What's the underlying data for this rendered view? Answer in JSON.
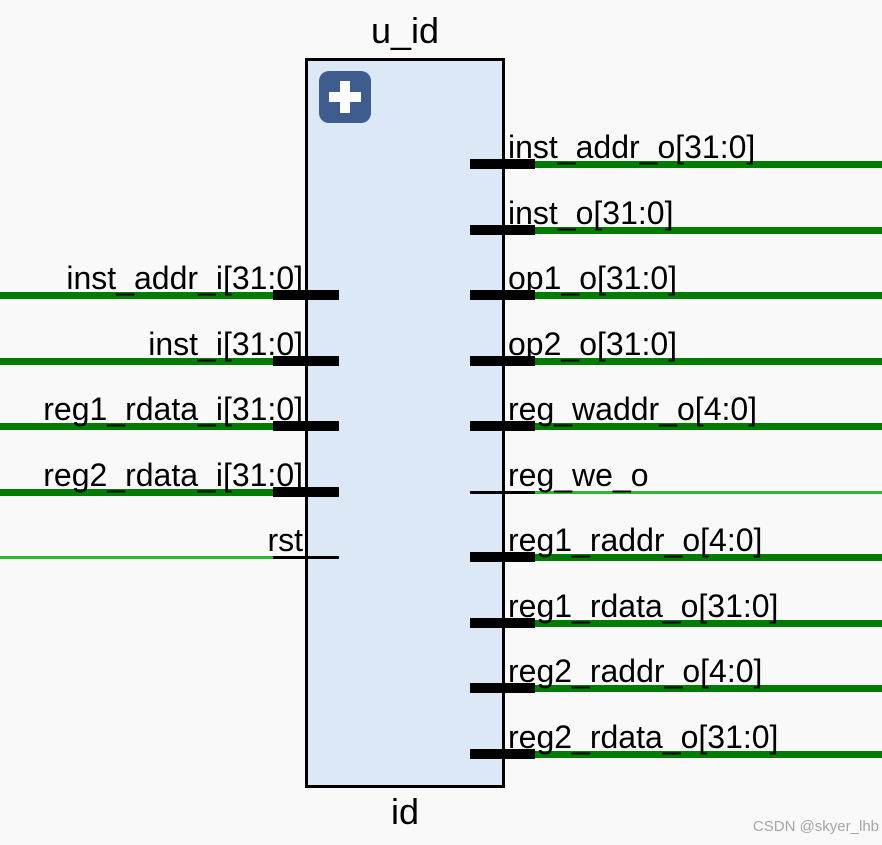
{
  "diagram": {
    "instance_name": "u_id",
    "module_type": "id",
    "watermark": "CSDN @skyer_lhb",
    "expand_button_glyph": "+",
    "inputs": [
      {
        "label": "inst_addr_i[31:0]",
        "bus": true,
        "row": 3
      },
      {
        "label": "inst_i[31:0]",
        "bus": true,
        "row": 4
      },
      {
        "label": "reg1_rdata_i[31:0]",
        "bus": true,
        "row": 5
      },
      {
        "label": "reg2_rdata_i[31:0]",
        "bus": true,
        "row": 6
      },
      {
        "label": "rst",
        "bus": false,
        "row": 7
      }
    ],
    "outputs": [
      {
        "label": "inst_addr_o[31:0]",
        "bus": true,
        "row": 1
      },
      {
        "label": "inst_o[31:0]",
        "bus": true,
        "row": 2
      },
      {
        "label": "op1_o[31:0]",
        "bus": true,
        "row": 3
      },
      {
        "label": "op2_o[31:0]",
        "bus": true,
        "row": 4
      },
      {
        "label": "reg_waddr_o[4:0]",
        "bus": true,
        "row": 5
      },
      {
        "label": "reg_we_o",
        "bus": false,
        "row": 6
      },
      {
        "label": "reg1_raddr_o[4:0]",
        "bus": true,
        "row": 7
      },
      {
        "label": "reg1_rdata_o[31:0]",
        "bus": true,
        "row": 8
      },
      {
        "label": "reg2_raddr_o[4:0]",
        "bus": true,
        "row": 9
      },
      {
        "label": "reg2_rdata_o[31:0]",
        "bus": true,
        "row": 10
      }
    ],
    "colors": {
      "background": "#f9f9f9",
      "block_fill": "#dde8f7",
      "block_border": "#000000",
      "bus_wire": "#007d00",
      "bit_wire": "#2eb82e",
      "pin_stub": "#000000",
      "expand_button": "#3e5c8e",
      "watermark": "#a6a6a6"
    }
  }
}
